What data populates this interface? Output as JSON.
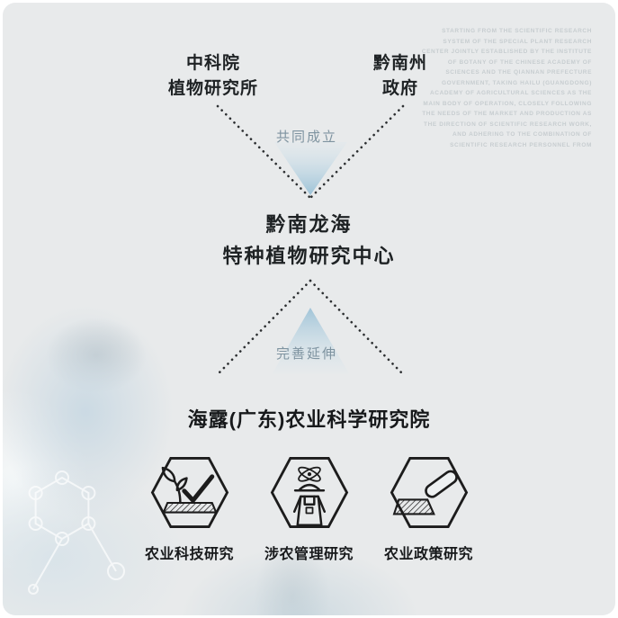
{
  "colors": {
    "card_background": "#e8eaeb",
    "accent_blue": "#9cc0d6",
    "connector": "#2c2f31",
    "relation_label": "#7e93a0",
    "text": "#1e2224",
    "watermark": "#c7cdd0"
  },
  "watermark": {
    "lines": [
      "STARTING FROM THE SCIENTIFIC RESEARCH",
      "SYSTEM OF THE SPECIAL PLANT RESEARCH",
      "CENTER JOINTLY ESTABLISHED BY THE INSTITUTE",
      "OF BOTANY OF THE CHINESE ACADEMY OF",
      "SCIENCES AND THE QIANNAN PREFECTURE",
      "GOVERNMENT, TAKING HAILU (GUANGDONG)",
      "ACADEMY OF AGRICULTURAL SCIENCES AS THE",
      "MAIN BODY OF OPERATION, CLOSELY FOLLOWING",
      "THE NEEDS OF THE MARKET AND PRODUCTION AS",
      "THE DIRECTION OF SCIENTIFIC RESEARCH WORK,",
      "AND ADHERING TO THE COMBINATION OF",
      "SCIENTIFIC RESEARCH PERSONNEL FROM"
    ]
  },
  "diagram": {
    "top_left_org": {
      "line1": "中科院",
      "line2": "植物研究所"
    },
    "top_right_org": {
      "line1": "黔南州",
      "line2": "政府"
    },
    "merge_label": "共同成立",
    "center_org": {
      "line1": "黔南龙海",
      "line2": "特种植物研究中心"
    },
    "extend_label": "完善延伸",
    "institute_title": "海露(广东)农业科学研究院",
    "research_areas": [
      {
        "icon": "sprout-check-icon",
        "label": "农业科技研究"
      },
      {
        "icon": "farmer-atom-icon",
        "label": "涉农管理研究"
      },
      {
        "icon": "stamp-splash-icon",
        "label": "农业政策研究"
      }
    ]
  }
}
